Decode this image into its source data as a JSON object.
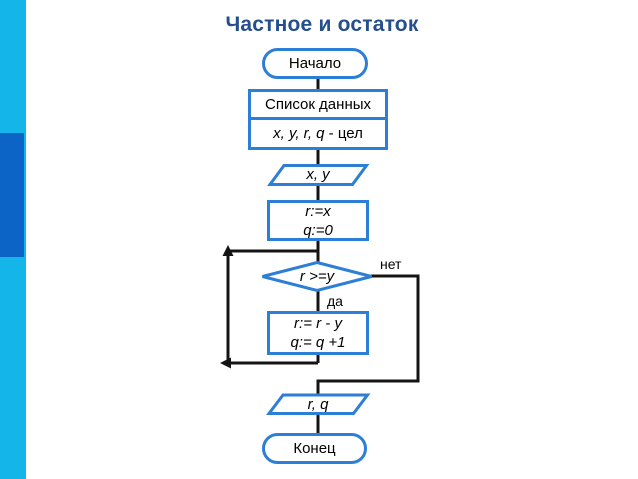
{
  "slide": {
    "title": "Частное и остаток"
  },
  "flowchart": {
    "start": "Начало",
    "data_list": "Список данных",
    "declaration_vars": "x, y, r, q",
    "declaration_suffix": " - цел",
    "input": "x, y",
    "init_line1": "r:=x",
    "init_line2": "q:=0",
    "condition": "r >=y",
    "branch_no": "нет",
    "branch_yes": "да",
    "body_line1": "r:= r - y",
    "body_line2": "q:= q +1",
    "output": "r, q",
    "end": "Конец"
  },
  "colors": {
    "title": "#254e8c",
    "shape_border": "#2c7ed6",
    "connector": "#141414",
    "sidebar_stripe": "#14b6ea",
    "sidebar_accent": "#0c64c6"
  }
}
